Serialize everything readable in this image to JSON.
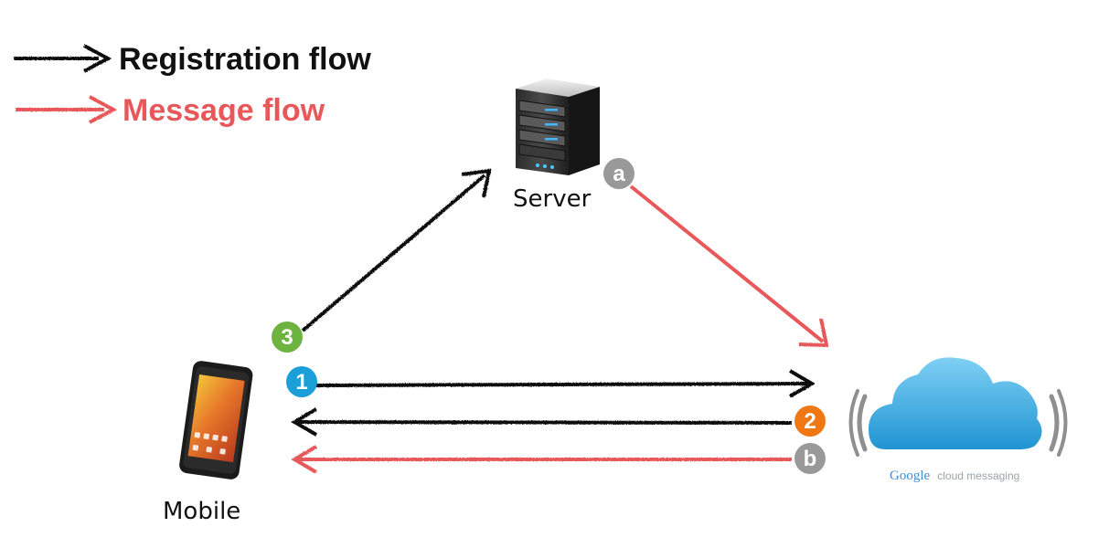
{
  "legend": {
    "registration_label": "Registration flow",
    "message_label": "Message flow"
  },
  "colors": {
    "registration": "#111111",
    "message": "#e8585a",
    "badge_1": "#1a9fd9",
    "badge_2": "#f07814",
    "badge_3": "#6cb33f",
    "badge_letter": "#999999",
    "cloud": "#2aa3df"
  },
  "nodes": {
    "server": {
      "label": "Server",
      "icon": "server-rack-icon"
    },
    "mobile": {
      "label": "Mobile",
      "icon": "smartphone-icon"
    },
    "gcm": {
      "icon": "cloud-icon",
      "brand_google": "Google",
      "brand_rest": "cloud messaging"
    }
  },
  "badges": {
    "step1": "1",
    "step2": "2",
    "step3": "3",
    "stepa": "a",
    "stepb": "b"
  }
}
